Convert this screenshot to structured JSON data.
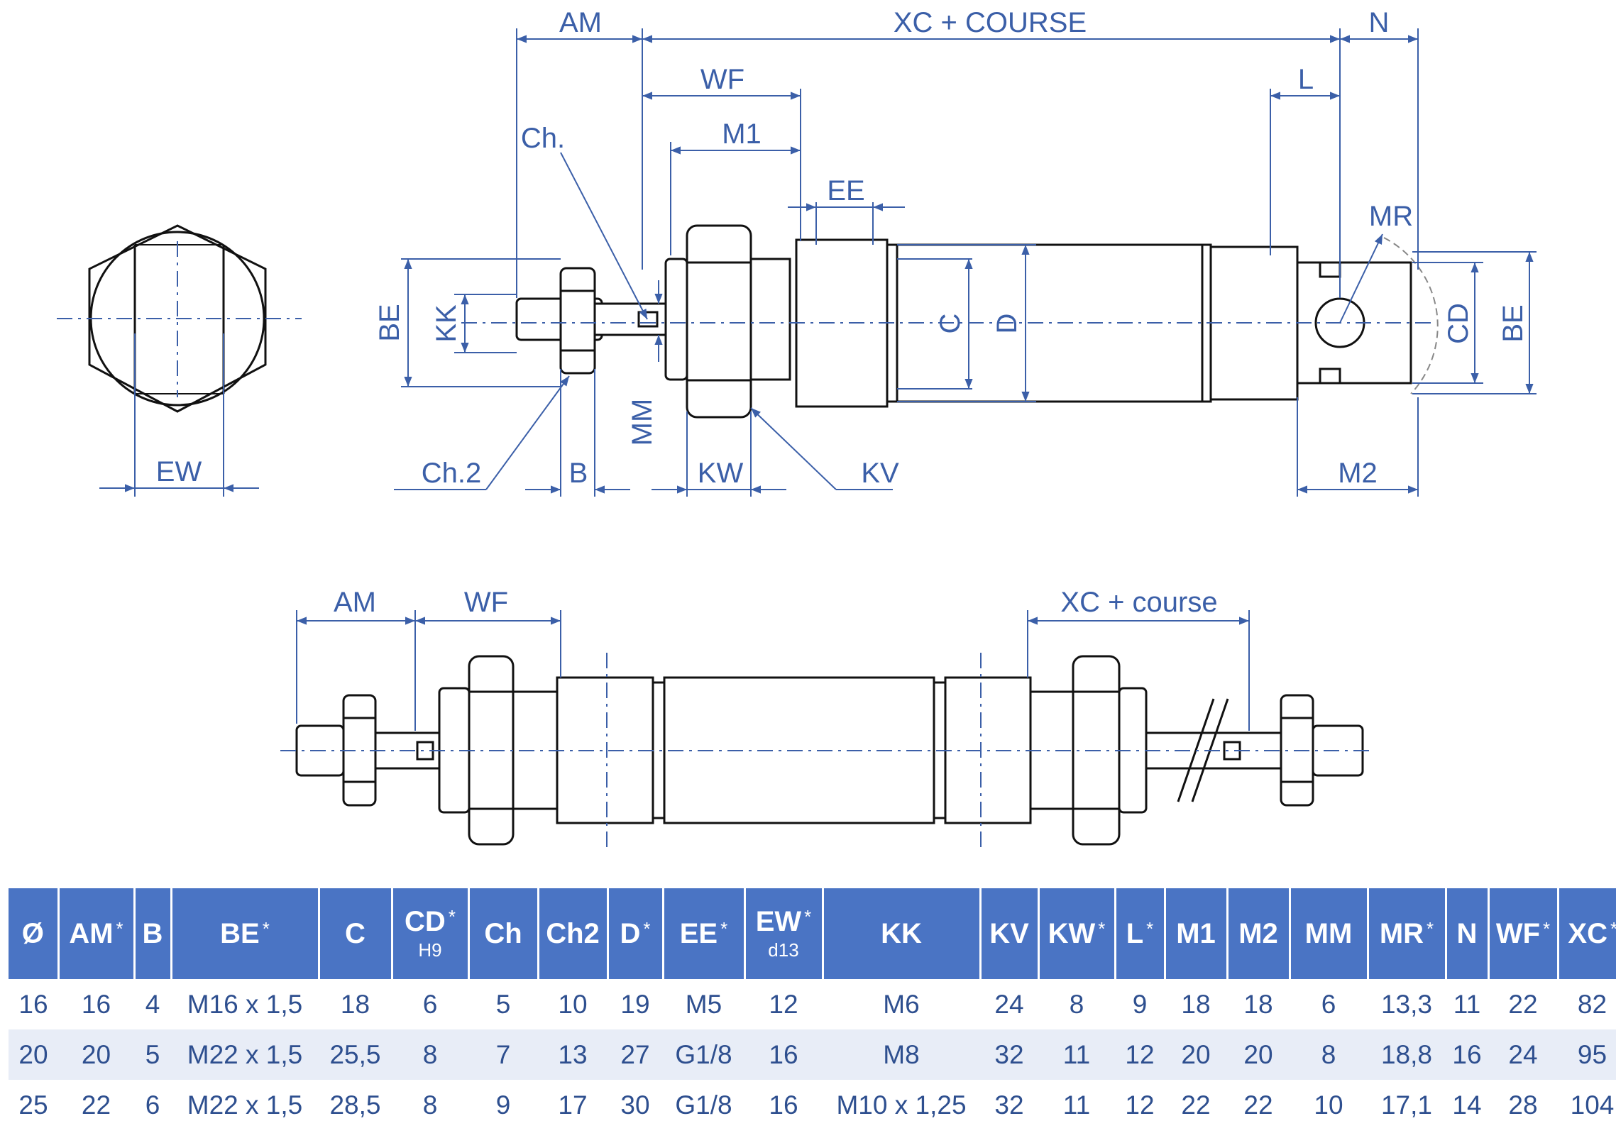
{
  "colors": {
    "dimension": "#3b5fa8",
    "table_header": "#4a74c4",
    "outline": "#111111",
    "alt_row": "#e8edf7"
  },
  "top_view": {
    "dims": {
      "am": "AM",
      "xc_course": "XC + COURSE",
      "n": "N",
      "wf": "WF",
      "l": "L",
      "ch": "Ch.",
      "m1": "M1",
      "ee": "EE",
      "mr": "MR",
      "be_left": "BE",
      "kk": "KK",
      "c": "C",
      "d": "D",
      "cd": "CD",
      "be_right": "BE",
      "mm": "MM",
      "ch2": "Ch.2",
      "b": "B",
      "kw": "KW",
      "kv": "KV",
      "m2": "M2",
      "ew": "EW"
    }
  },
  "bottom_view": {
    "dims": {
      "am": "AM",
      "wf": "WF",
      "xc_course": "XC + course"
    }
  },
  "table": {
    "columns": [
      {
        "label": "Ø",
        "star": "",
        "sub": ""
      },
      {
        "label": "AM",
        "star": "*",
        "sub": ""
      },
      {
        "label": "B",
        "star": "",
        "sub": ""
      },
      {
        "label": "BE",
        "star": "*",
        "sub": ""
      },
      {
        "label": "C",
        "star": "",
        "sub": ""
      },
      {
        "label": "CD",
        "star": "*",
        "sub": "H9"
      },
      {
        "label": "Ch",
        "star": "",
        "sub": ""
      },
      {
        "label": "Ch2",
        "star": "",
        "sub": ""
      },
      {
        "label": "D",
        "star": "*",
        "sub": ""
      },
      {
        "label": "EE",
        "star": "*",
        "sub": ""
      },
      {
        "label": "EW",
        "star": "*",
        "sub": "d13"
      },
      {
        "label": "KK",
        "star": "",
        "sub": ""
      },
      {
        "label": "KV",
        "star": "",
        "sub": ""
      },
      {
        "label": "KW",
        "star": "*",
        "sub": ""
      },
      {
        "label": "L",
        "star": "*",
        "sub": ""
      },
      {
        "label": "M1",
        "star": "",
        "sub": ""
      },
      {
        "label": "M2",
        "star": "",
        "sub": ""
      },
      {
        "label": "MM",
        "star": "",
        "sub": ""
      },
      {
        "label": "MR",
        "star": "*",
        "sub": ""
      },
      {
        "label": "N",
        "star": "",
        "sub": ""
      },
      {
        "label": "WF",
        "star": "*",
        "sub": ""
      },
      {
        "label": "XC",
        "star": "*",
        "sub": ""
      }
    ],
    "rows": [
      [
        "16",
        "16",
        "4",
        "M16 x 1,5",
        "18",
        "6",
        "5",
        "10",
        "19",
        "M5",
        "12",
        "M6",
        "24",
        "8",
        "9",
        "18",
        "18",
        "6",
        "13,3",
        "11",
        "22",
        "82"
      ],
      [
        "20",
        "20",
        "5",
        "M22 x 1,5",
        "25,5",
        "8",
        "7",
        "13",
        "27",
        "G1/8",
        "16",
        "M8",
        "32",
        "11",
        "12",
        "20",
        "20",
        "8",
        "18,8",
        "16",
        "24",
        "95"
      ],
      [
        "25",
        "22",
        "6",
        "M22 x 1,5",
        "28,5",
        "8",
        "9",
        "17",
        "30",
        "G1/8",
        "16",
        "M10 x 1,25",
        "32",
        "11",
        "12",
        "22",
        "22",
        "10",
        "17,1",
        "14",
        "28",
        "104"
      ]
    ]
  }
}
